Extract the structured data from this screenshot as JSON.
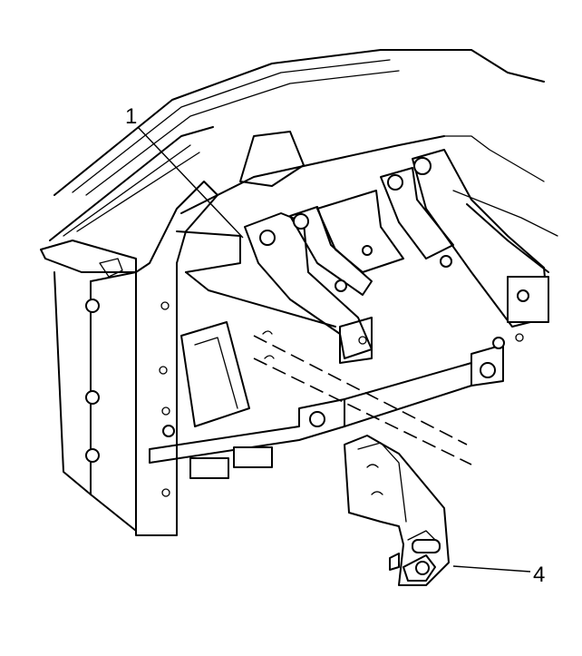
{
  "callouts": [
    {
      "id": "1",
      "label": "1"
    },
    {
      "id": "4",
      "label": "4"
    }
  ],
  "colors": {
    "line": "#000000",
    "background": "#ffffff"
  }
}
